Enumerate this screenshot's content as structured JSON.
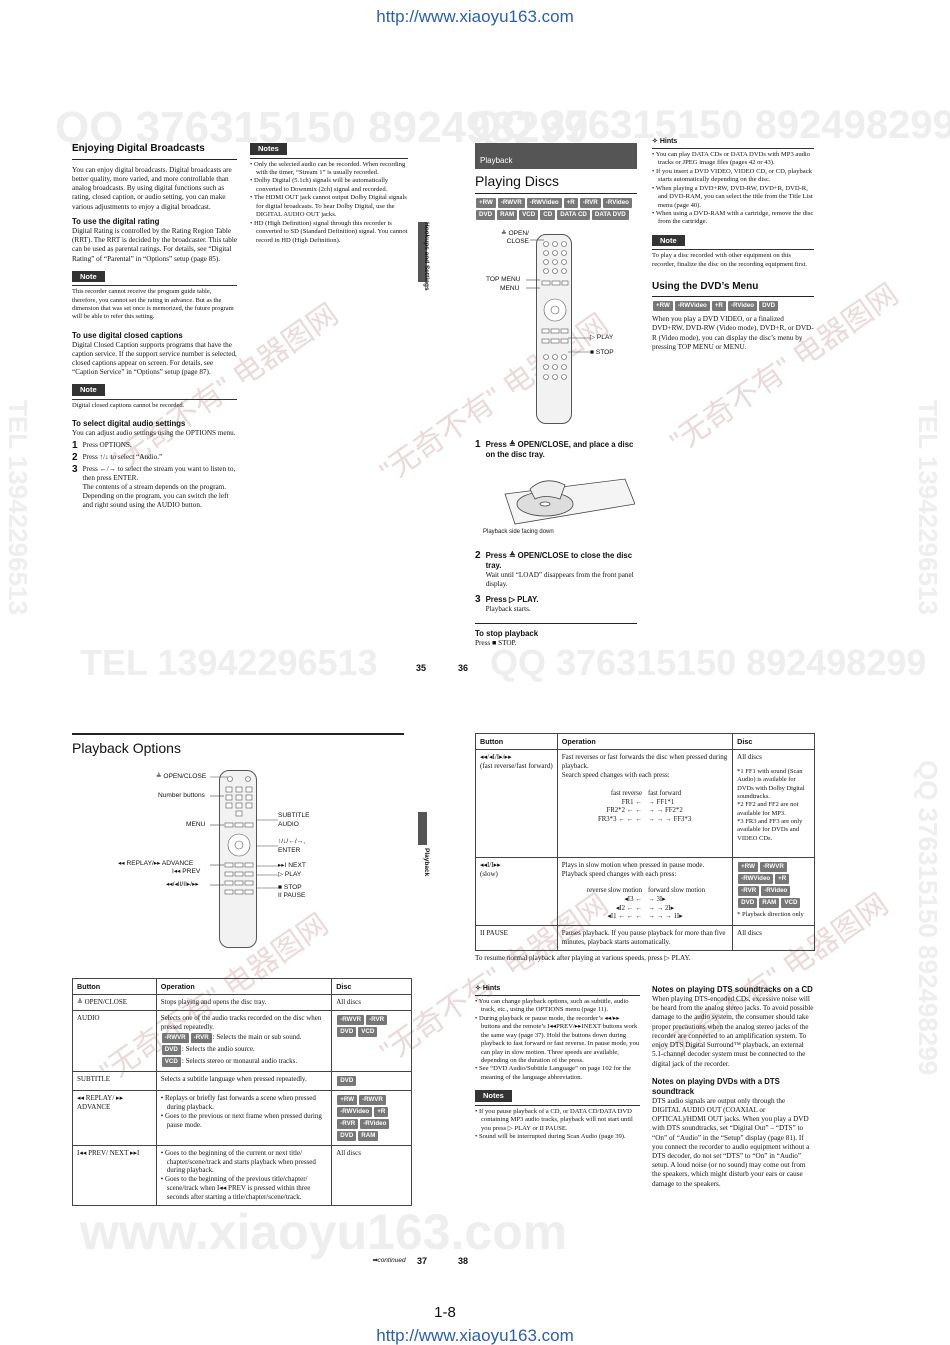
{
  "header_url": "http://www.xiaoyu163.com",
  "footer_url": "http://www.xiaoyu163.com",
  "watermarks": {
    "qq": "QQ 376315150 892498299",
    "tel": "TEL 13942296513",
    "site": "www.xiaoyu163.com",
    "cn": "\"无奇不有\" 电器图网",
    "site_cn": "www.xiaoyu163.com"
  },
  "p35": {
    "title": "Enjoying Digital Broadcasts",
    "intro": "You can enjoy digital broadcasts. Digital broadcasts are better quality, more varied, and more controllable than analog broadcasts. By using digital functions such as rating, closed caption, or audio setting, you can make various adjustments to enjoy a digital broadcast.",
    "rating_title": "To use the digital rating",
    "rating_text": "Digital Rating is controlled by the Rating Region Table (RRT). The RRT is decided by the broadcaster. This table can be used as parental ratings. For details, see “Digital Rating” of “Parental” in “Options” setup (page 85).",
    "note1_tag": "Note",
    "note1_text": "This recorder cannot receive the program guide table, therefore, you cannot set the rating in advance. But as the dimension that was set once is memorized, the future program will be able to refer this setting.",
    "cc_title": "To use digital closed captions",
    "cc_text": "Digital Closed Caption supports programs that have the caption service. If the support service number is selected, closed captions appear on screen. For details, see “Caption Service” in “Options” setup (page 87).",
    "note2_tag": "Note",
    "note2_text": "Digital closed captions cannot be recorded.",
    "audio_title": "To select digital audio settings",
    "audio_text": "You can adjust audio settings using the OPTIONS menu.",
    "steps": [
      {
        "n": "1",
        "text": "Press OPTIONS."
      },
      {
        "n": "2",
        "text": "Press ↑/↓ to select “Audio.”"
      },
      {
        "n": "3",
        "text": "Press ←/→ to select the stream you want to listen to, then press ENTER.",
        "extra1": "The contents of a stream depends on the program.",
        "extra2": "Depending on the program, you can switch the left and right sound using the AUDIO button."
      }
    ],
    "notes_tag": "Notes",
    "notes": [
      "Only the selected audio can be recorded. When recording with the timer, “Stream 1” is usually recorded.",
      "Dolby Digital (5.1ch) signals will be automatically converted to Downmix (2ch) signal and recorded.",
      "The HDMI OUT jack cannot output Dolby Digital signals for digital broadcasts. To hear Dolby Digital, use the DIGITAL AUDIO OUT jacks.",
      "HD (High Definition) signal through this recorder is converted to SD (Standard Definition) signal. You cannot record in HD (High Definition)."
    ],
    "side_tab": "Hookups and Settings",
    "page": "35"
  },
  "p36": {
    "section": "Playback",
    "title": "Playing Discs",
    "badges_row1": [
      "+RW",
      "-RWVR",
      "-RWVideo",
      "+R",
      "-RVR",
      "-RVideo"
    ],
    "badges_row2": [
      "DVD",
      "RAM",
      "VCD",
      "CD",
      "DATA CD",
      "DATA DVD"
    ],
    "remote_labels": {
      "open": "≜ OPEN/\nCLOSE",
      "top_menu": "TOP MENU",
      "menu": "MENU",
      "play": "▷ PLAY",
      "stop": "■ STOP"
    },
    "step1": "Press ≜ OPEN/CLOSE, and place a disc on the disc tray.",
    "tray_caption": "Playback side facing down",
    "step2": "Press ≜ OPEN/CLOSE to close the disc tray.",
    "step2_text": "Wait until “LOAD” disappears from the front panel display.",
    "step3": "Press ▷ PLAY.",
    "step3_text": "Playback starts.",
    "stop_title": "To stop playback",
    "stop_text": "Press ■ STOP.",
    "hints_tag": "Hints",
    "hints": [
      "You can play DATA CDs or DATA DVDs with MP3 audio tracks or JPEG image files (pages 42 or 43).",
      "If you insert a DVD VIDEO, VIDEO CD, or CD, playback starts automatically depending on the disc.",
      "When playing a DVD+RW, DVD-RW, DVD+R, DVD-R, and DVD-RAM, you can select the title from the Title List menu (page 40).",
      "When using a DVD-RAM with a cartridge, remove the disc from the cartridge."
    ],
    "note_tag": "Note",
    "note_text": "To play a disc recorded with other equipment on this recorder, finalize the disc on the recording equipment first.",
    "menu_title": "Using the DVD’s Menu",
    "menu_badges": [
      "+RW",
      "-RWVideo",
      "+R",
      "-RVideo",
      "DVD"
    ],
    "menu_text": "When you play a DVD VIDEO, or a finalized DVD+RW, DVD-RW (Video mode), DVD+R, or DVD-R (Video mode), you can display the disc’s menu by pressing TOP MENU or MENU.",
    "page": "36"
  },
  "p37": {
    "title": "Playback Options",
    "remote_labels": {
      "open": "≜ OPEN/CLOSE",
      "number": "Number buttons",
      "menu": "MENU",
      "subtitle": "SUBTITLE",
      "audio": "AUDIO",
      "arrows": "↑/↓/←/→,",
      "enter": "ENTER",
      "replay": "◂◂ REPLAY/▸▸ ADVANCE",
      "prev": "I◂◂ PREV",
      "next": "▸▸I NEXT",
      "play": "▷ PLAY",
      "slow": "◂◂/◂II/II▸/▸▸",
      "stop": "■ STOP",
      "pause": "II PAUSE"
    },
    "table_headers": [
      "Button",
      "Operation",
      "Disc"
    ],
    "rows": [
      {
        "button": "≜ OPEN/CLOSE",
        "op": "Stops playing and opens the disc tray.",
        "disc": "All discs",
        "badges": []
      },
      {
        "button": "AUDIO",
        "op": "Selects one of the audio tracks recorded on the disc when pressed repeatedly.",
        "op_b1": ": Selects the main or sub sound.",
        "op_b2": ": Selects the audio source.",
        "op_b3": ": Selects stereo or monaural audio tracks.",
        "b1": [
          "-RWVR",
          "-RVR"
        ],
        "b2": "DVD",
        "b3": "VCD",
        "disc": "",
        "badges": [
          "-RWVR",
          "-RVR",
          "DVD",
          "VCD"
        ]
      },
      {
        "button": "SUBTITLE",
        "op": "Selects a subtitle language when pressed repeatedly.",
        "disc": "",
        "badges": [
          "DVD"
        ]
      },
      {
        "button": "◂◂ REPLAY/ ▸▸ ADVANCE",
        "op_list": [
          "Replays or briefly fast forwards a scene when pressed during playback.",
          "Goes to the previous or next frame when pressed during pause mode."
        ],
        "disc": "",
        "badges": [
          "+RW",
          "-RWVR",
          "-RWVideo",
          "+R",
          "-RVR",
          "-RVideo",
          "DVD",
          "RAM"
        ]
      },
      {
        "button": "I◂◂ PREV/ NEXT ▸▸I",
        "op_list": [
          "Goes to the beginning of the current or next title/ chapter/scene/track and starts playback when pressed during playback.",
          "Goes to the beginning of the previous title/chapter/ scene/track when I◂◂ PREV is pressed within three seconds after starting a title/chapter/scene/track."
        ],
        "disc": "All discs",
        "badges": []
      }
    ],
    "side_tab": "Playback",
    "continued": "➡continued",
    "page": "37"
  },
  "p38": {
    "table_headers": [
      "Button",
      "Operation",
      "Disc"
    ],
    "row1_button": "◂◂/◂I/I▸/▸▸",
    "row1_button_sub": "(fast reverse/fast forward)",
    "row1_op": "Fast reverses or fast forwards the disc when pressed during playback.",
    "row1_op2": "Search speed changes with each press:",
    "row1_fr_head": "fast reverse",
    "row1_ff_head": "fast forward",
    "row1_speeds": [
      "FR1 ←",
      "→ FF1*1",
      "FR2*2 ← ←",
      "→ → FF2*2",
      "FR3*3 ← ← ←",
      "→ → → FF3*3"
    ],
    "row1_disc": "All discs",
    "row1_notes": [
      "*1 FF1 with sound (Scan Audio) is available for DVDs with Dolby Digital soundtracks.",
      "*2 FF2 and FF2 are not available for MP3.",
      "*3 FR3 and FF3 are only available for DVDs and VIDEO CDs."
    ],
    "row2_button": "◂◂I/I▸▸",
    "row2_button_sub": "(slow)",
    "row2_op": "Plays in slow motion when pressed in pause mode. Playback speed changes with each press:",
    "row2_rs_head": "reverse slow motion",
    "row2_fs_head": "forward slow motion",
    "row2_speeds": [
      "◂I3 ←",
      "→ 3I▸",
      "◂I2 ← ←",
      "→ → 2I▸",
      "◂I1 ← ← ←",
      "→ → → 1I▸"
    ],
    "row2_badges": [
      "+RW",
      "-RWVR",
      "-RWVideo",
      "+R",
      "-RVR",
      "-RVideo",
      "DVD",
      "RAM",
      "VCD"
    ],
    "row2_note": "* Playback direction only",
    "row3_button": "II PAUSE",
    "row3_op": "Pauses playback. If you pause playback for more than five minutes, playback starts automatically.",
    "row3_disc": "All discs",
    "resume": "To resume normal playback after playing at various speeds, press ▷ PLAY.",
    "hints_tag": "Hints",
    "hints": [
      "You can change playback options, such as subtitle, audio track, etc., using the OPTIONS menu (page 11).",
      "During playback or pause mode, the recorder’s ◂◂/▸▸ buttons and the remote’s I◂◂PREV/▸▸INEXT buttons work the same way (page 37). Hold the buttons down during playback to fast forward or fast reverse. In pause mode, you can play in slow motion. Three speeds are available, depending on the duration of the press.",
      "See “DVD Audio/Subtitle Language” on page 102 for the meaning of the language abbreviation."
    ],
    "notes_tag": "Notes",
    "notes": [
      "If you pause playback of a CD, or DATA CD/DATA DVD containing MP3 audio tracks, playback will not start until you press ▷ PLAY or II PAUSE.",
      "Sound will be interrupted during Scan Audio (page 39)."
    ],
    "dts_cd_title": "Notes on playing DTS soundtracks on a CD",
    "dts_cd_text": "When playing DTS-encoded CDs, excessive noise will be heard from the analog stereo jacks. To avoid possible damage to the audio system, the consumer should take proper precautions when the analog stereo jacks of the recorder are connected to an amplification system. To enjoy DTS Digital Surround™ playback, an external 5.1-channel decoder system must be connected to the digital jack of the recorder.",
    "dts_dvd_title": "Notes on playing DVDs with a DTS soundtrack",
    "dts_dvd_text": "DTS audio signals are output only through the DIGITAL AUDIO OUT (COAXIAL or OPTICAL)/HDMI OUT jacks. When you play a DVD with DTS soundtracks, set “Digital Out” – “DTS” to “On” of “Audio” in the “Setup” display (page 81). If you connect the recorder to audio equipment without a DTS decoder, do not set “DTS” to “On” in “Audio” setup. A loud noise (or no sound) may come out from the speakers, which might disturb your ears or cause damage to the speakers.",
    "page": "38"
  },
  "footer_page": "1-8"
}
